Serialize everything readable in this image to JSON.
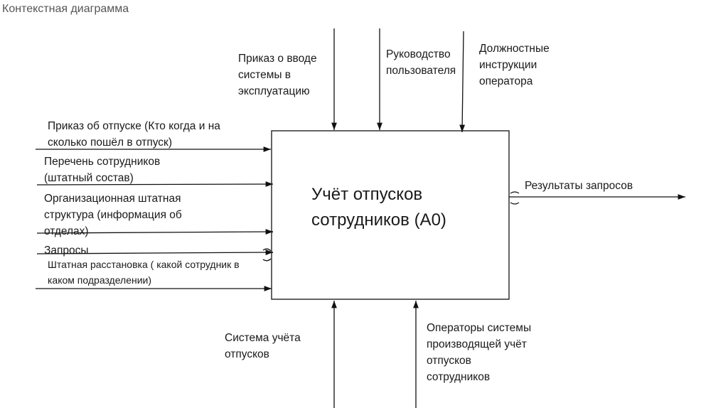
{
  "title": "Контекстная  диаграмма",
  "function_box": {
    "label": "Учёт отпусков\nсотрудников (А0)"
  },
  "inputs": [
    "Приказ об отпуске (Кто когда и на\nсколько пошёл в отпуск)",
    "Перечень сотрудников\n(штатный состав)",
    "Организационная штатная\nструктура (информация об\nотделах)",
    "Запросы",
    "Штатная расстановка ( какой сотрудник в\nкаком подразделении)"
  ],
  "controls": [
    "Приказ о вводе\nсистемы в\nэксплуатацию",
    "Руководство\nпользователя",
    "Должностные\nинструкции\nоператора"
  ],
  "outputs": [
    "Результаты запросов"
  ],
  "mechanisms": [
    "Система учёта\nотпусков",
    "Операторы системы\nпроизводящей учёт\nотпусков\nсотрудников"
  ]
}
